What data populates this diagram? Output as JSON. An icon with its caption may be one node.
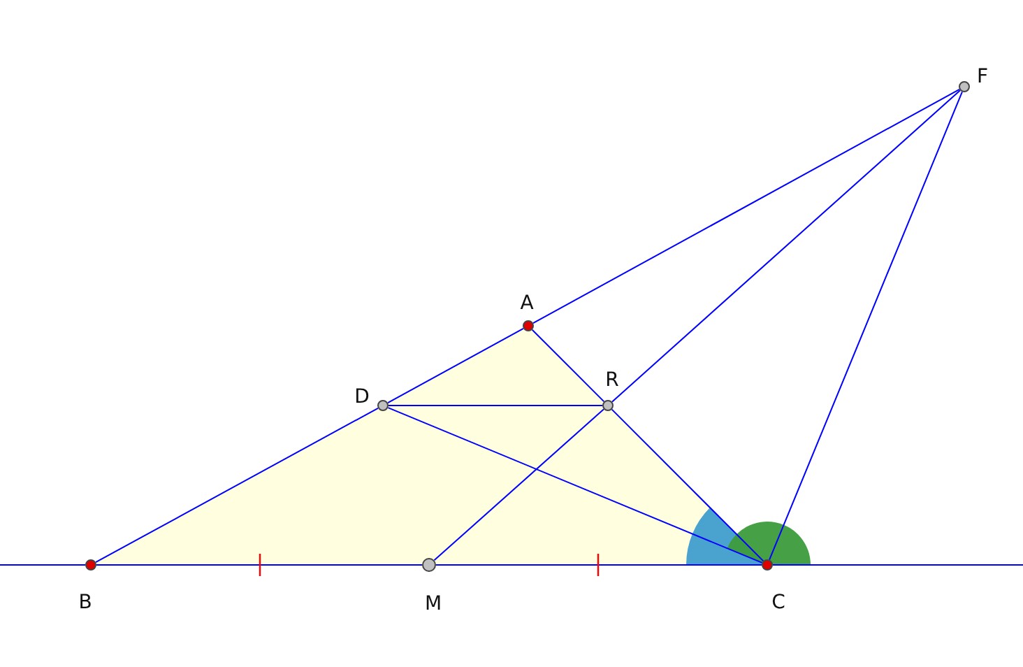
{
  "diagram": {
    "nodes": [
      {
        "text": [],
        "shape": "circle",
        "beside": [
          "A"
        ]
      },
      {
        "text": [],
        "shape": "circle",
        "beside": [
          "B"
        ]
      },
      {
        "text": [],
        "shape": "circle",
        "beside": [
          "C"
        ]
      },
      {
        "text": [],
        "shape": "circle",
        "beside": [
          "D"
        ]
      },
      {
        "text": [],
        "shape": "circle",
        "beside": [
          "F"
        ]
      },
      {
        "text": [],
        "shape": "circle",
        "beside": [
          "M"
        ]
      },
      {
        "text": [],
        "shape": "circle",
        "beside": [
          "R"
        ]
      }
    ],
    "edges": [
      {
        "from": 1,
        "to": 3,
        "arrow": "none"
      },
      {
        "from": 3,
        "to": 0,
        "arrow": "none"
      },
      {
        "from": 0,
        "to": 4,
        "arrow": "none"
      },
      {
        "from": 0,
        "to": 6,
        "arrow": "none"
      },
      {
        "from": 6,
        "to": 2,
        "arrow": "none"
      },
      {
        "from": 3,
        "to": 6,
        "arrow": "none"
      },
      {
        "from": 3,
        "to": 2,
        "arrow": "none"
      },
      {
        "from": 5,
        "to": 6,
        "arrow": "none"
      },
      {
        "from": 6,
        "to": 4,
        "arrow": "none"
      },
      {
        "from": 4,
        "to": 2,
        "arrow": "none"
      },
      {
        "from": 1,
        "to": 5,
        "arrow": "none"
      },
      {
        "from": 5,
        "to": 2,
        "arrow": "none"
      },
      {
        "from": null,
        "to": 1,
        "arrow": "none"
      },
      {
        "from": 2,
        "to": null,
        "arrow": "none"
      }
    ]
  }
}
